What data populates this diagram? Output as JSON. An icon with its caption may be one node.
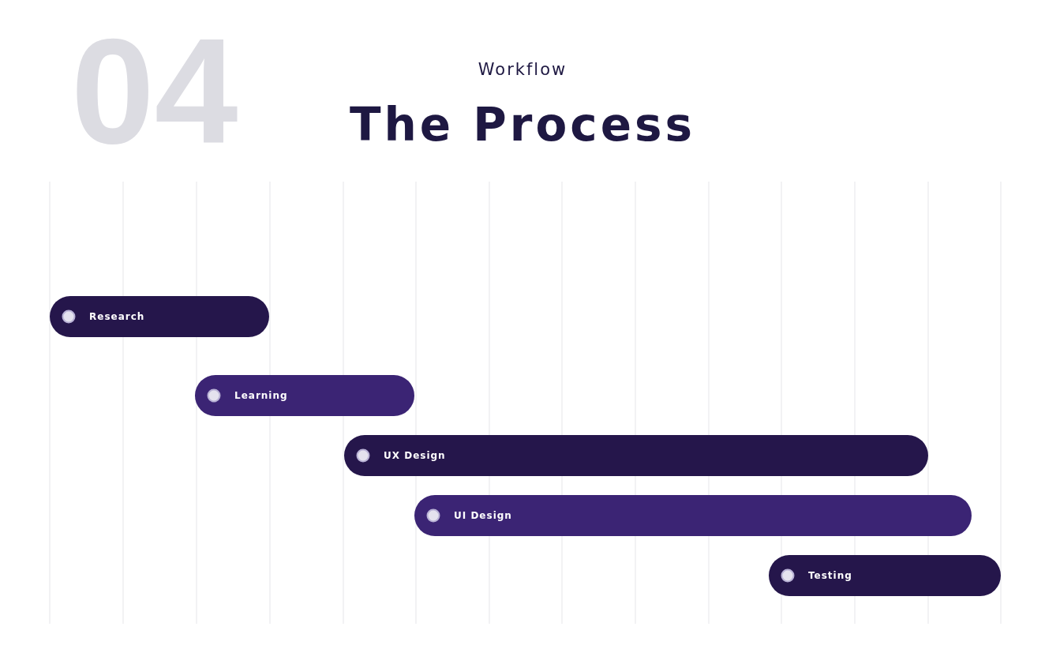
{
  "diagram": {
    "title": "The Process",
    "nodes": [
      {
        "text": [
          "Research"
        ]
      },
      {
        "text": [
          "Learning"
        ]
      },
      {
        "text": [
          "UX Design"
        ]
      },
      {
        "text": [
          "UI Design"
        ]
      },
      {
        "text": [
          "Testing"
        ]
      }
    ],
    "labels": [
      "04",
      "Workflow"
    ]
  }
}
